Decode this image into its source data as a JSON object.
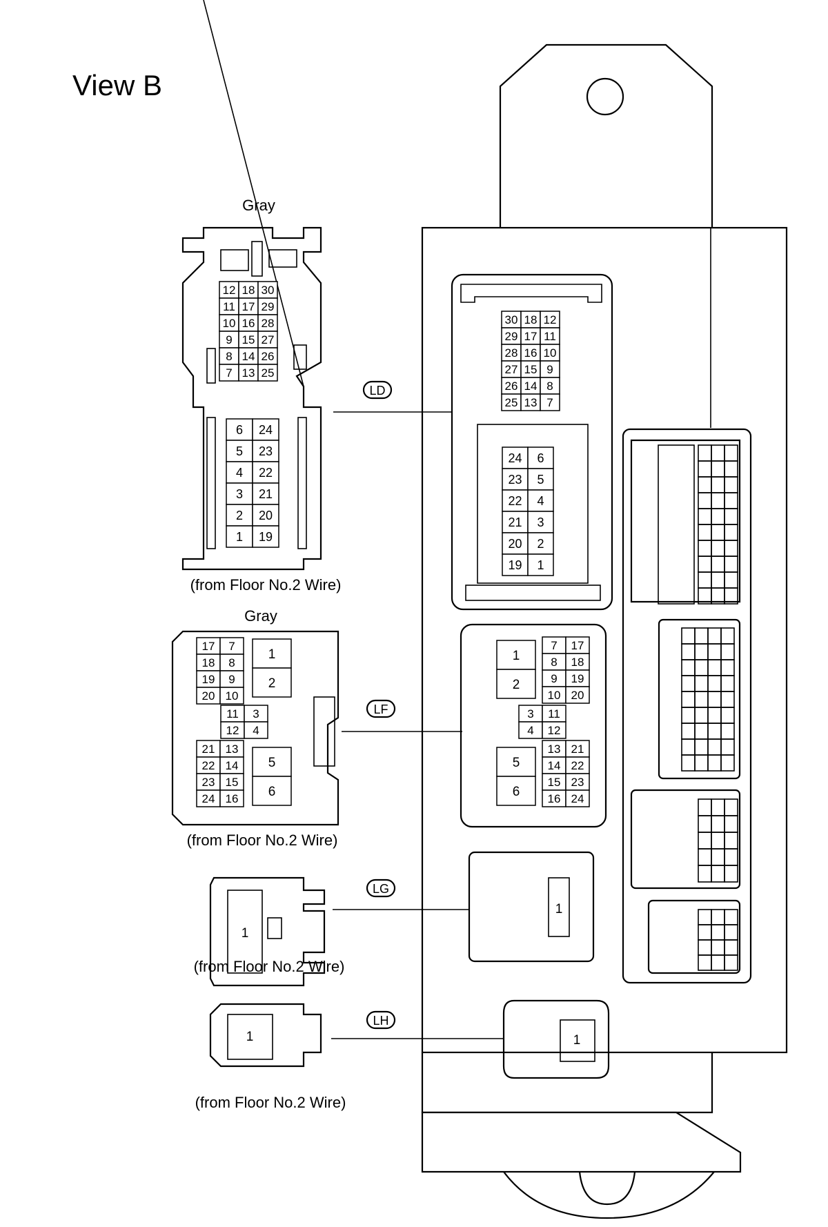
{
  "view_title": "View B",
  "connectors": {
    "LD": {
      "tag": "LD",
      "color": "Gray",
      "source": "(from Floor No.2 Wire)",
      "harness_top_rows": [
        [
          "12",
          "18",
          "30"
        ],
        [
          "11",
          "17",
          "29"
        ],
        [
          "10",
          "16",
          "28"
        ],
        [
          "9",
          "15",
          "27"
        ],
        [
          "8",
          "14",
          "26"
        ],
        [
          "7",
          "13",
          "25"
        ]
      ],
      "harness_bottom_rows": [
        [
          "6",
          "24"
        ],
        [
          "5",
          "23"
        ],
        [
          "4",
          "22"
        ],
        [
          "3",
          "21"
        ],
        [
          "2",
          "20"
        ],
        [
          "1",
          "19"
        ]
      ],
      "block_top_rows": [
        [
          "30",
          "18",
          "12"
        ],
        [
          "29",
          "17",
          "11"
        ],
        [
          "28",
          "16",
          "10"
        ],
        [
          "27",
          "15",
          "9"
        ],
        [
          "26",
          "14",
          "8"
        ],
        [
          "25",
          "13",
          "7"
        ]
      ],
      "block_bottom_rows": [
        [
          "24",
          "6"
        ],
        [
          "23",
          "5"
        ],
        [
          "22",
          "4"
        ],
        [
          "21",
          "3"
        ],
        [
          "20",
          "2"
        ],
        [
          "19",
          "1"
        ]
      ]
    },
    "LF": {
      "tag": "LF",
      "color": "Gray",
      "source": "(from Floor No.2 Wire)",
      "harness_left_top": [
        [
          "17",
          "7"
        ],
        [
          "18",
          "8"
        ],
        [
          "19",
          "9"
        ],
        [
          "20",
          "10"
        ]
      ],
      "harness_mid": [
        [
          "11",
          "3"
        ],
        [
          "12",
          "4"
        ]
      ],
      "harness_left_bottom": [
        [
          "21",
          "13"
        ],
        [
          "22",
          "14"
        ],
        [
          "23",
          "15"
        ],
        [
          "24",
          "16"
        ]
      ],
      "big_pins": [
        "1",
        "2",
        "5",
        "6"
      ],
      "block_right_top": [
        [
          "7",
          "17"
        ],
        [
          "8",
          "18"
        ],
        [
          "9",
          "19"
        ],
        [
          "10",
          "20"
        ]
      ],
      "block_mid": [
        [
          "3",
          "11"
        ],
        [
          "4",
          "12"
        ]
      ],
      "block_right_bottom": [
        [
          "13",
          "21"
        ],
        [
          "14",
          "22"
        ],
        [
          "15",
          "23"
        ],
        [
          "16",
          "24"
        ]
      ]
    },
    "LG": {
      "tag": "LG",
      "source": "(from Floor No.2 Wire)",
      "pin": "1"
    },
    "LH": {
      "tag": "LH",
      "source": "(from Floor No.2 Wire)",
      "pin": "1"
    }
  }
}
